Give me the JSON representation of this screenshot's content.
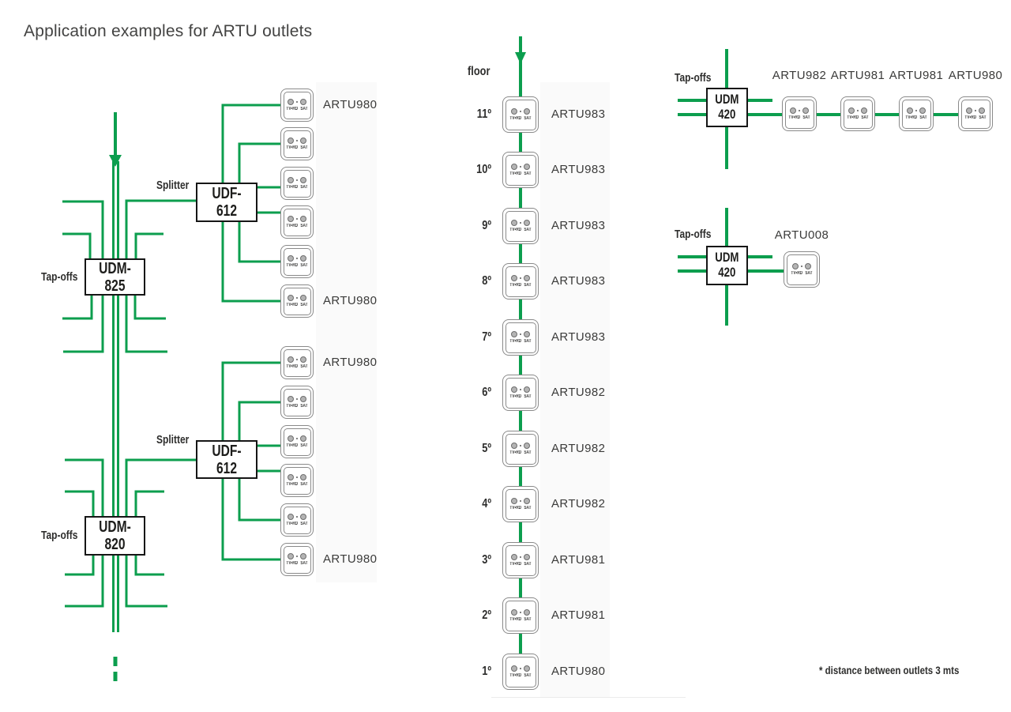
{
  "title": "Application examples for ARTU outlets",
  "note": "* distance between outlets 3 mts",
  "colors": {
    "green": "#0c9e4e",
    "box_border": "#161616",
    "text": "#3b3b3a"
  },
  "outlet": {
    "tv_rd": "TV•RD",
    "sat": "SAT"
  },
  "riser": {
    "tap_offs_upper": "Tap-offs",
    "device_upper": "UDM-825",
    "splitter_upper_label": "Splitter",
    "splitter_upper_device": "UDF-612",
    "upper_outlet_labels": [
      {
        "slot": 0,
        "text": "ARTU980"
      },
      {
        "slot": 5,
        "text": "ARTU980"
      }
    ],
    "tap_offs_lower": "Tap-offs",
    "device_lower": "UDM-820",
    "splitter_lower_label": "Splitter",
    "splitter_lower_device": "UDF-612",
    "lower_outlet_labels": [
      {
        "slot": 0,
        "text": "ARTU980"
      },
      {
        "slot": 5,
        "text": "ARTU980"
      }
    ]
  },
  "floors": {
    "header": "floor",
    "rows": [
      {
        "floor": "11º",
        "model": "ARTU983"
      },
      {
        "floor": "10º",
        "model": "ARTU983"
      },
      {
        "floor": "9º",
        "model": "ARTU983"
      },
      {
        "floor": "8º",
        "model": "ARTU983"
      },
      {
        "floor": "7º",
        "model": "ARTU983"
      },
      {
        "floor": "6º",
        "model": "ARTU982"
      },
      {
        "floor": "5º",
        "model": "ARTU982"
      },
      {
        "floor": "4º",
        "model": "ARTU982"
      },
      {
        "floor": "3º",
        "model": "ARTU981"
      },
      {
        "floor": "2º",
        "model": "ARTU981"
      },
      {
        "floor": "1º",
        "model": "ARTU980"
      }
    ]
  },
  "chain": {
    "tap_offs": "Tap-offs",
    "device": "UDM\n420",
    "models": [
      "ARTU982",
      "ARTU981",
      "ARTU981",
      "ARTU980"
    ]
  },
  "single": {
    "tap_offs": "Tap-offs",
    "device": "UDM\n420",
    "model": "ARTU008"
  }
}
